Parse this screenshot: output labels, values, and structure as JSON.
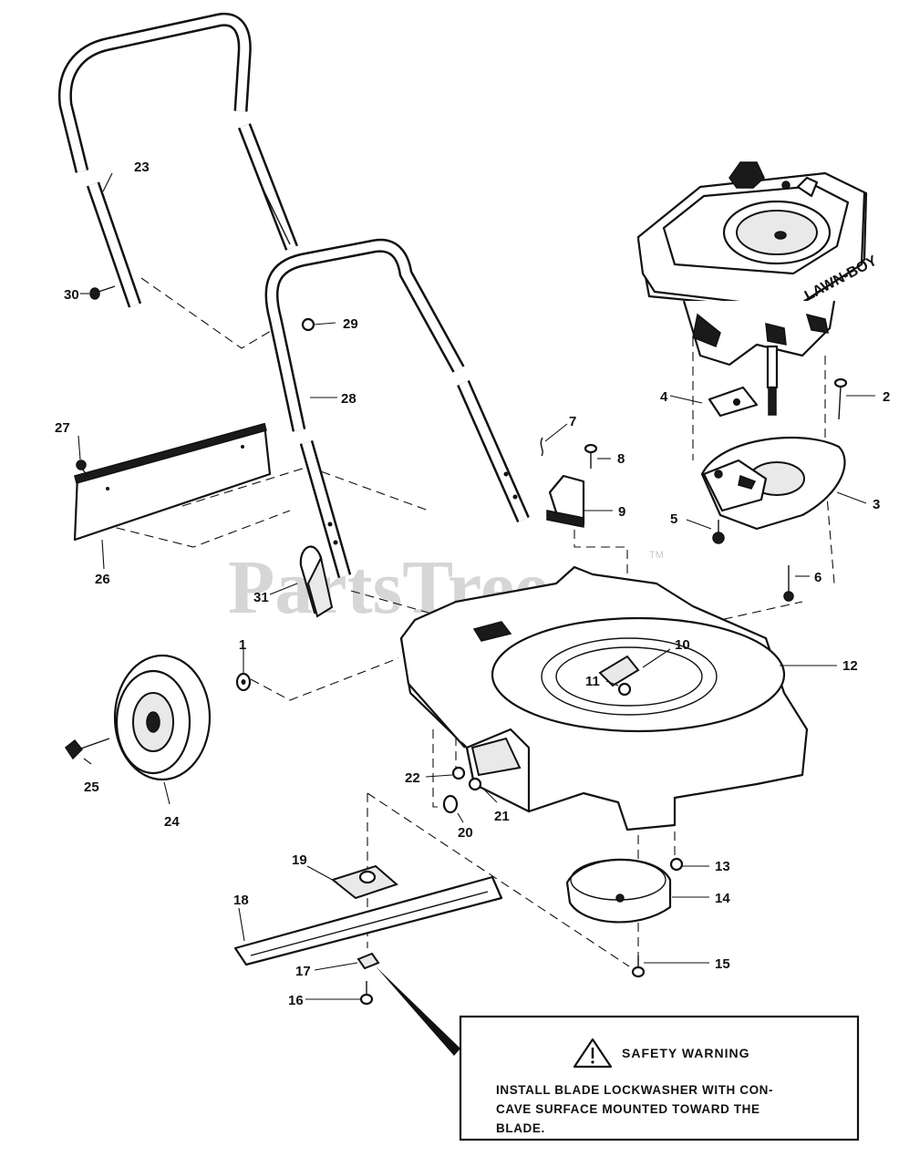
{
  "watermark": {
    "brand": "PartsTree",
    "tm": "TM"
  },
  "engine": {
    "brand_text": "LAWN-BOY"
  },
  "warning": {
    "title": "SAFETY WARNING",
    "lines": [
      "INSTALL BLADE LOCKWASHER WITH CON-",
      "CAVE SURFACE MOUNTED TOWARD THE",
      "BLADE."
    ]
  },
  "parts": [
    {
      "num": "1"
    },
    {
      "num": "2"
    },
    {
      "num": "3"
    },
    {
      "num": "4"
    },
    {
      "num": "5"
    },
    {
      "num": "6"
    },
    {
      "num": "7"
    },
    {
      "num": "8"
    },
    {
      "num": "9"
    },
    {
      "num": "10"
    },
    {
      "num": "11"
    },
    {
      "num": "12"
    },
    {
      "num": "13"
    },
    {
      "num": "14"
    },
    {
      "num": "15"
    },
    {
      "num": "16"
    },
    {
      "num": "17"
    },
    {
      "num": "18"
    },
    {
      "num": "19"
    },
    {
      "num": "20"
    },
    {
      "num": "21"
    },
    {
      "num": "22"
    },
    {
      "num": "23"
    },
    {
      "num": "24"
    },
    {
      "num": "25"
    },
    {
      "num": "26"
    },
    {
      "num": "27"
    },
    {
      "num": "28"
    },
    {
      "num": "29"
    },
    {
      "num": "30"
    },
    {
      "num": "31"
    }
  ]
}
